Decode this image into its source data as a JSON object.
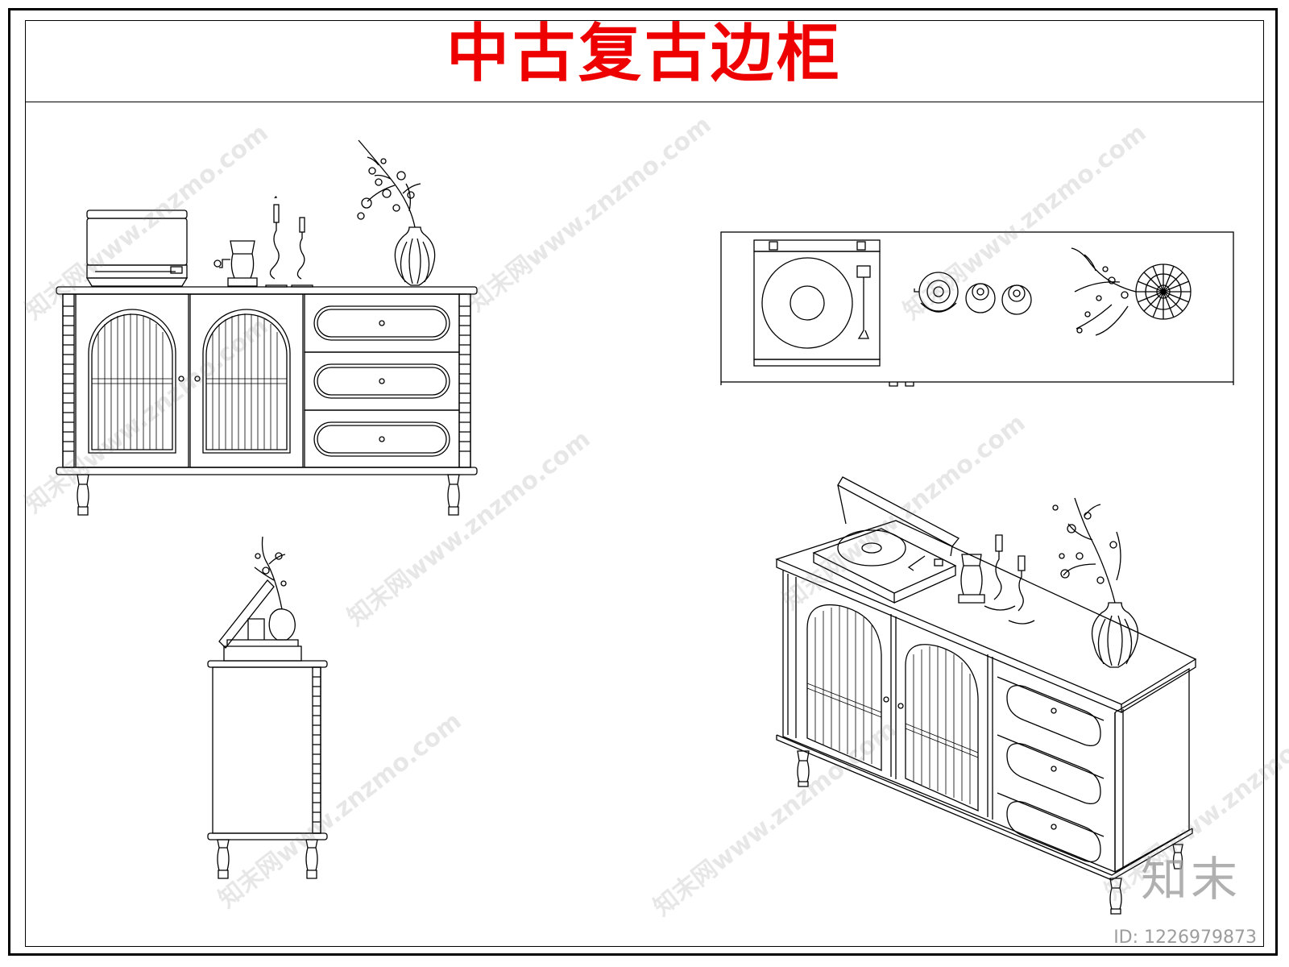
{
  "title": "中古复古边柜",
  "colors": {
    "title": "#ee0000",
    "line": "#000000",
    "watermark": "#8c8c8c"
  },
  "watermark_text": "知末网www.znzmo.com",
  "brand_text": "知末",
  "id_text": "ID: 1226979873",
  "views": [
    {
      "name": "front-elevation"
    },
    {
      "name": "top-plan"
    },
    {
      "name": "side-elevation"
    },
    {
      "name": "perspective"
    }
  ]
}
